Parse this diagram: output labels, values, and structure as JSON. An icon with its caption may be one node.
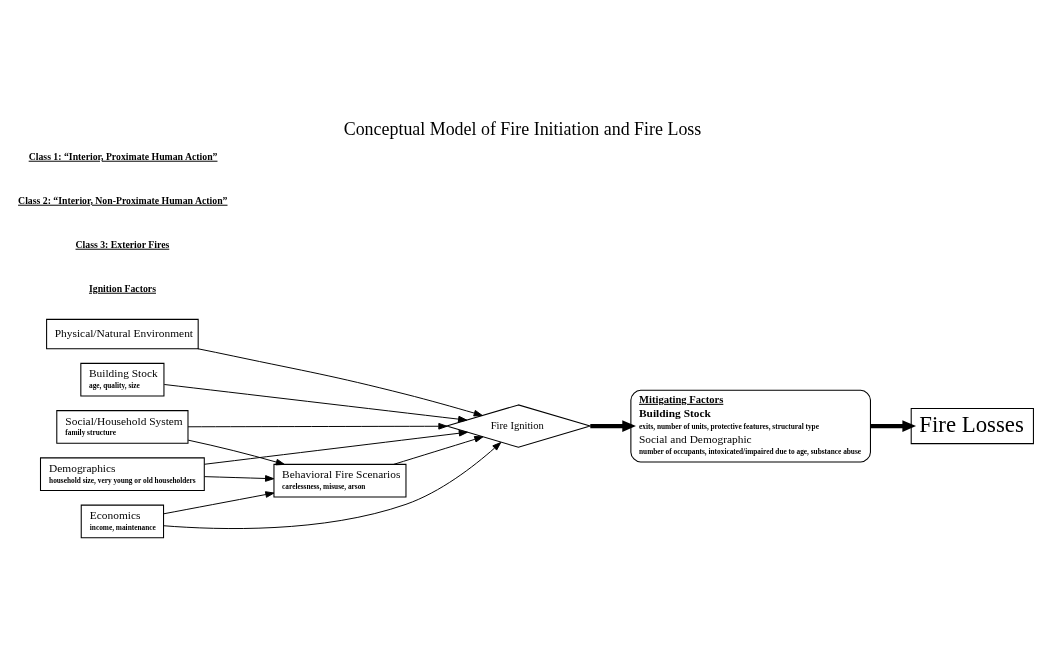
{
  "diagram": {
    "title": "Conceptual Model of Fire Initiation and Fire Loss",
    "nodes": [
      {
        "text": [
          "Physical/Natural Environment"
        ]
      },
      {
        "text": [
          "Building Stock",
          "age, quality, size"
        ]
      },
      {
        "text": [
          "Social/Household System",
          "family structure"
        ]
      },
      {
        "text": [
          "Demographics",
          "household size, very young or old householders"
        ]
      },
      {
        "text": [
          "Economics",
          "income, maintenance"
        ]
      },
      {
        "text": [
          "Behavioral Fire Scenarios",
          "carelessness, misuse, arson"
        ]
      },
      {
        "text": [
          "Fire Ignition"
        ]
      },
      {
        "text": [
          "Mitigating Factors",
          "Building Stock",
          "exits, number of units, protective features, structural type",
          "Social and Demographic",
          "number of occupants, intoxicated/impaired due to age, substance abuse"
        ]
      },
      {
        "text": [
          "Fire Losses"
        ]
      }
    ],
    "edges": [
      {
        "from": 0,
        "to": 6,
        "arrow": "to"
      },
      {
        "from": 1,
        "to": 6,
        "arrow": "to"
      },
      {
        "from": 2,
        "to": 6,
        "arrow": "to"
      },
      {
        "from": 3,
        "to": 6,
        "arrow": "to"
      },
      {
        "from": 4,
        "to": 6,
        "arrow": "to"
      },
      {
        "from": 2,
        "to": 5,
        "arrow": "to"
      },
      {
        "from": 3,
        "to": 5,
        "arrow": "to"
      },
      {
        "from": 4,
        "to": 5,
        "arrow": "to"
      },
      {
        "from": 5,
        "to": 6,
        "arrow": "to"
      },
      {
        "from": 6,
        "to": 7,
        "arrow": "to",
        "style": "thick"
      },
      {
        "from": 7,
        "to": 8,
        "arrow": "to",
        "style": "thick"
      }
    ],
    "labels": [
      "Ignition Factors",
      "Class 3: Exterior Fires",
      "Class 2: “Interior, Non-Proximate Human Action”",
      "Class 1: “Interior, Proximate Human Action”"
    ]
  }
}
